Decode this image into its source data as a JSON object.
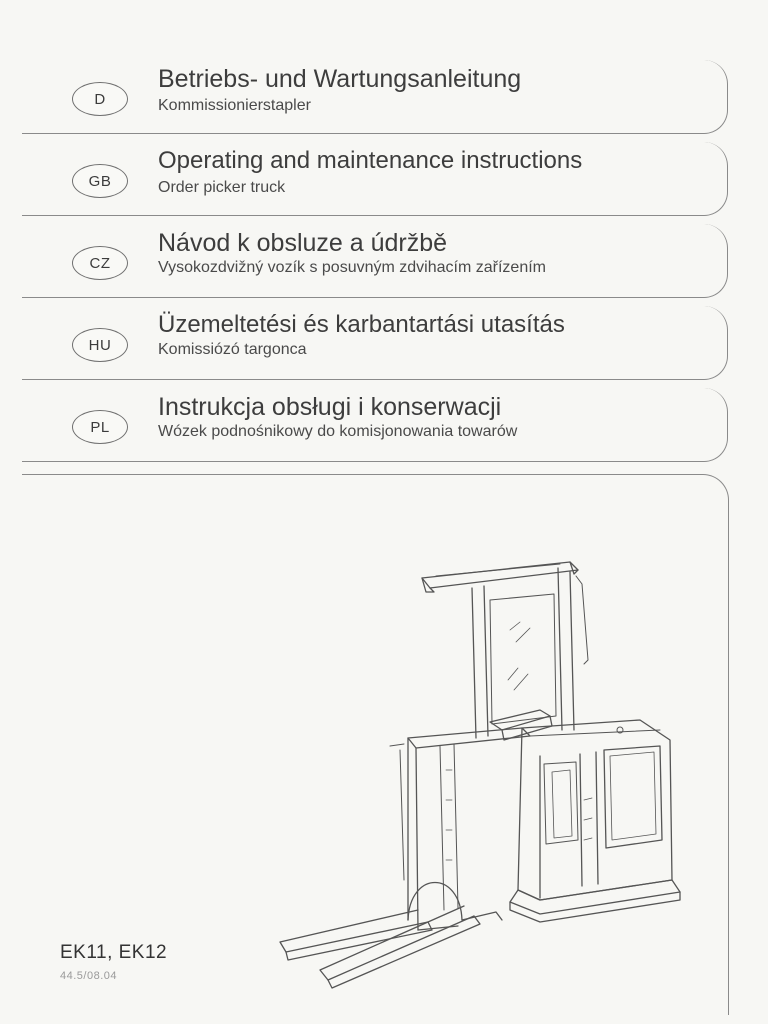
{
  "languages": [
    {
      "code": "D",
      "title": "Betriebs- und Wartungsanleitung",
      "subtitle": "Kommissionierstapler"
    },
    {
      "code": "GB",
      "title": "Operating and maintenance instructions",
      "subtitle": "Order picker truck"
    },
    {
      "code": "CZ",
      "title": "Návod k obsluze a údržbě",
      "subtitle": "Vysokozdvižný vozík s posuvným zdvihacím zařízením"
    },
    {
      "code": "HU",
      "title": "Üzemeltetési és karbantartási utasítás",
      "subtitle": "Komissiózó targonca"
    },
    {
      "code": "PL",
      "title": "Instrukcja obsługi i konserwacji",
      "subtitle": "Wózek podnośnikowy do komisjonowania towarów"
    }
  ],
  "model": "EK11, EK12",
  "doc_code": "44.5/08.04",
  "illustration": "order-picker-truck-illustration"
}
